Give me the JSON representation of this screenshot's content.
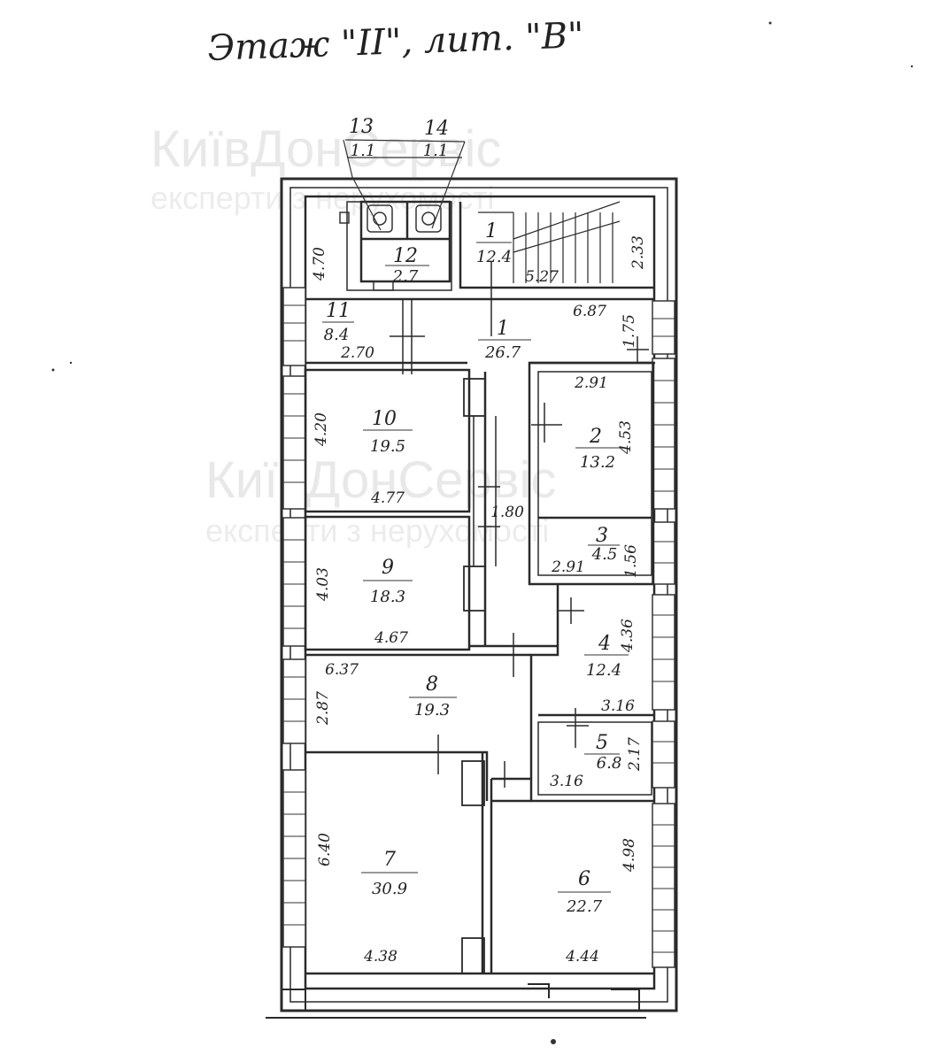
{
  "title": "Этаж \"II\", лит. \"В\"",
  "watermark": {
    "brand": "КиївДонСервіс",
    "tagline": "експерти з нерухомості"
  },
  "rooms": [
    {
      "id": "room-1-hall",
      "number": "1",
      "area": "26.7"
    },
    {
      "id": "room-1-stair",
      "number": "1",
      "area": "12.4"
    },
    {
      "id": "room-2",
      "number": "2",
      "area": "13.2"
    },
    {
      "id": "room-3",
      "number": "3",
      "area": "4.5"
    },
    {
      "id": "room-4",
      "number": "4",
      "area": "12.4"
    },
    {
      "id": "room-5",
      "number": "5",
      "area": "6.8"
    },
    {
      "id": "room-6",
      "number": "6",
      "area": "22.7"
    },
    {
      "id": "room-7",
      "number": "7",
      "area": "30.9"
    },
    {
      "id": "room-8",
      "number": "8",
      "area": "19.3"
    },
    {
      "id": "room-9",
      "number": "9",
      "area": "18.3"
    },
    {
      "id": "room-10",
      "number": "10",
      "area": "19.5"
    },
    {
      "id": "room-11",
      "number": "11",
      "area": "8.4"
    },
    {
      "id": "room-12",
      "number": "12",
      "area": "2.7"
    },
    {
      "id": "room-13",
      "number": "13",
      "area": "1.1"
    },
    {
      "id": "room-14",
      "number": "14",
      "area": "1.1"
    }
  ],
  "dimensions": [
    "4.70",
    "2.33",
    "5.27",
    "6.87",
    "1.75",
    "2.70",
    "2.91",
    "4.53",
    "4.20",
    "4.77",
    "1.80",
    "2.91",
    "1.56",
    "4.03",
    "4.67",
    "4.36",
    "6.37",
    "2.87",
    "3.16",
    "2.17",
    "3.16",
    "6.40",
    "4.98",
    "4.38",
    "4.44"
  ]
}
